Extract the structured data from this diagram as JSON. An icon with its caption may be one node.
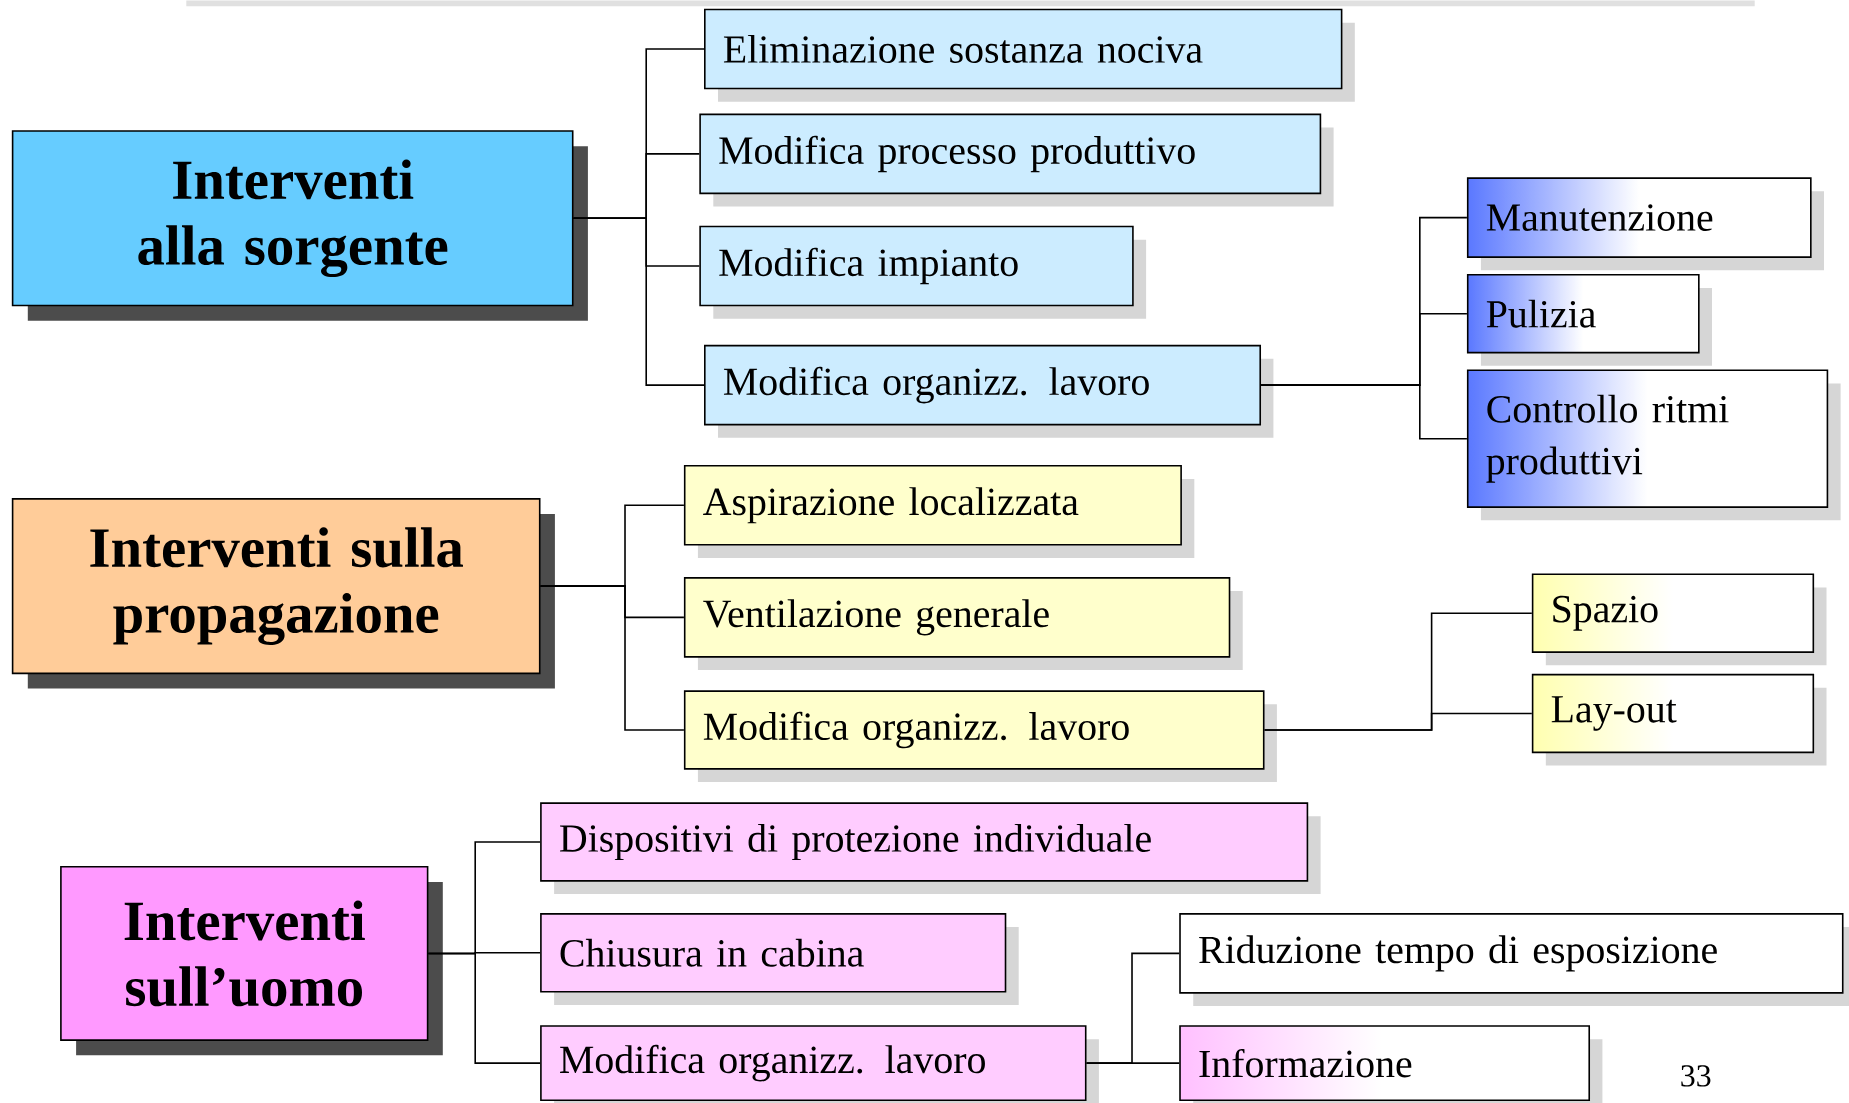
{
  "diagram": {
    "nodes": [
      {
        "text": [
          "Interventi alla sorgente"
        ]
      },
      {
        "text": [
          "Eliminazione sostanza nociva"
        ]
      },
      {
        "text": [
          "Modifica processo produttivo"
        ]
      },
      {
        "text": [
          "Modifica impianto"
        ]
      },
      {
        "text": [
          "Modifica organizz. lavoro"
        ]
      },
      {
        "text": [
          "Manutenzione"
        ]
      },
      {
        "text": [
          "Pulizia"
        ]
      },
      {
        "text": [
          "Controllo ritmi produttivi"
        ]
      },
      {
        "text": [
          "Interventi sulla propagazione"
        ]
      },
      {
        "text": [
          "Aspirazione localizzata"
        ]
      },
      {
        "text": [
          "Ventilazione generale"
        ]
      },
      {
        "text": [
          "Modifica organizz. lavoro"
        ]
      },
      {
        "text": [
          "Spazio"
        ]
      },
      {
        "text": [
          "Lay-out"
        ]
      },
      {
        "text": [
          "Interventi sull’uomo"
        ]
      },
      {
        "text": [
          "Dispositivi di protezione individuale"
        ]
      },
      {
        "text": [
          "Chiusura in cabina"
        ]
      },
      {
        "text": [
          "Modifica organizz. lavoro"
        ]
      },
      {
        "text": [
          "Riduzione tempo di esposizione"
        ]
      },
      {
        "text": [
          "Informazione"
        ]
      }
    ],
    "edges": [
      {
        "from": 0,
        "to": 1,
        "arrow": "none"
      },
      {
        "from": 0,
        "to": 2,
        "arrow": "none"
      },
      {
        "from": 0,
        "to": 3,
        "arrow": "none"
      },
      {
        "from": 0,
        "to": 4,
        "arrow": "none"
      },
      {
        "from": 4,
        "to": 5,
        "arrow": "none"
      },
      {
        "from": 4,
        "to": 6,
        "arrow": "none"
      },
      {
        "from": 4,
        "to": 7,
        "arrow": "none"
      },
      {
        "from": 8,
        "to": 9,
        "arrow": "none"
      },
      {
        "from": 8,
        "to": 10,
        "arrow": "none"
      },
      {
        "from": 8,
        "to": 11,
        "arrow": "none"
      },
      {
        "from": 11,
        "to": 12,
        "arrow": "none"
      },
      {
        "from": 11,
        "to": 13,
        "arrow": "none"
      },
      {
        "from": 14,
        "to": 15,
        "arrow": "none"
      },
      {
        "from": 14,
        "to": 16,
        "arrow": "none"
      },
      {
        "from": 14,
        "to": 17,
        "arrow": "none"
      },
      {
        "from": 17,
        "to": 18,
        "arrow": "none"
      },
      {
        "from": 17,
        "to": 19,
        "arrow": "none"
      }
    ],
    "labels": [
      "33"
    ]
  }
}
